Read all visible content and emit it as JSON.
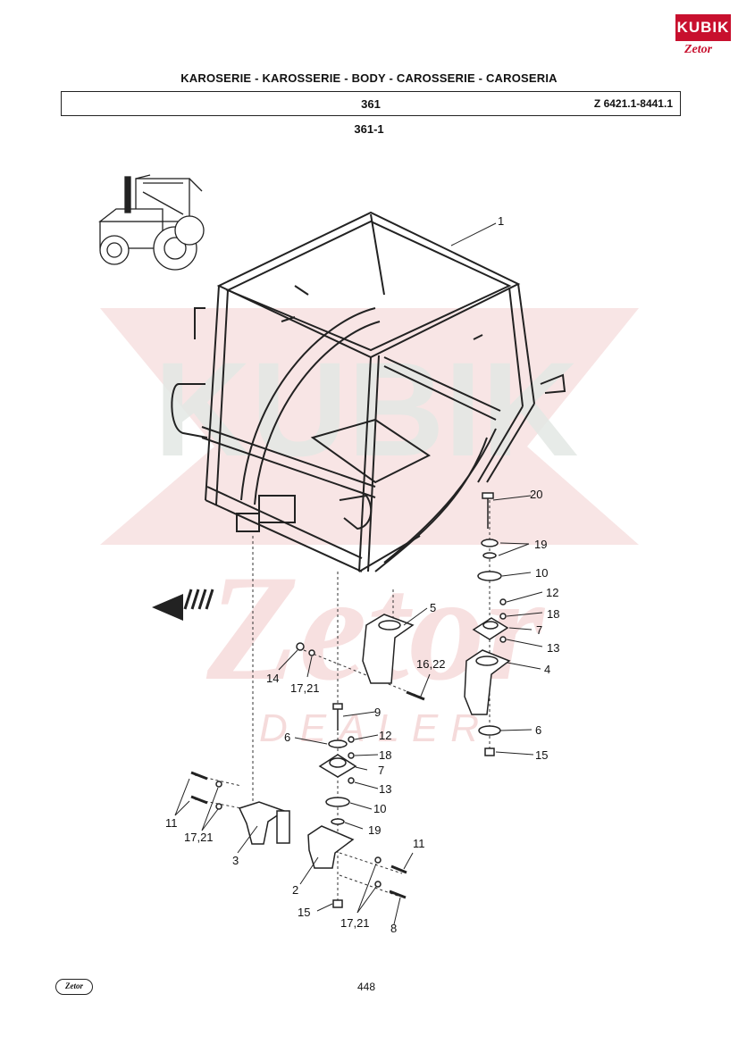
{
  "brand": {
    "logo_text": "KUBIK",
    "logo_sub": "Zetor",
    "bottom_logo": "Zetor"
  },
  "watermark": {
    "text_1": "KUBIK",
    "text_2": "Zetor",
    "text_3": "DEALER"
  },
  "header": {
    "title": "KAROSERIE - KAROSSERIE - BODY - CAROSSERIE - CAROSERIA",
    "code": "361",
    "model": "Z 6421.1-8441.1",
    "subcode": "361-1"
  },
  "callouts": [
    {
      "id": "c1",
      "text": "1"
    },
    {
      "id": "c20",
      "text": "20"
    },
    {
      "id": "c19a",
      "text": "19"
    },
    {
      "id": "c10a",
      "text": "10"
    },
    {
      "id": "c12a",
      "text": "12"
    },
    {
      "id": "c18a",
      "text": "18"
    },
    {
      "id": "c7a",
      "text": "7"
    },
    {
      "id": "c13a",
      "text": "13"
    },
    {
      "id": "c4",
      "text": "4"
    },
    {
      "id": "c5",
      "text": "5"
    },
    {
      "id": "c6a",
      "text": "6"
    },
    {
      "id": "c15a",
      "text": "15"
    },
    {
      "id": "c16",
      "text": "16,22"
    },
    {
      "id": "c14",
      "text": "14"
    },
    {
      "id": "c1721a",
      "text": "17,21"
    },
    {
      "id": "c9",
      "text": "9"
    },
    {
      "id": "c6b",
      "text": "6"
    },
    {
      "id": "c12b",
      "text": "12"
    },
    {
      "id": "c18b",
      "text": "18"
    },
    {
      "id": "c7b",
      "text": "7"
    },
    {
      "id": "c13b",
      "text": "13"
    },
    {
      "id": "c10b",
      "text": "10"
    },
    {
      "id": "c19b",
      "text": "19"
    },
    {
      "id": "c11a",
      "text": "11"
    },
    {
      "id": "c1721b",
      "text": "17,21"
    },
    {
      "id": "c3",
      "text": "3"
    },
    {
      "id": "c11b",
      "text": "11"
    },
    {
      "id": "c2",
      "text": "2"
    },
    {
      "id": "c15b",
      "text": "15"
    },
    {
      "id": "c1721c",
      "text": "17,21"
    },
    {
      "id": "c8",
      "text": "8"
    }
  ],
  "page_number": "448",
  "colors": {
    "brand_red": "#c8102e",
    "watermark_red": "#f3d6d6",
    "watermark_grey": "#e4e8e4"
  }
}
